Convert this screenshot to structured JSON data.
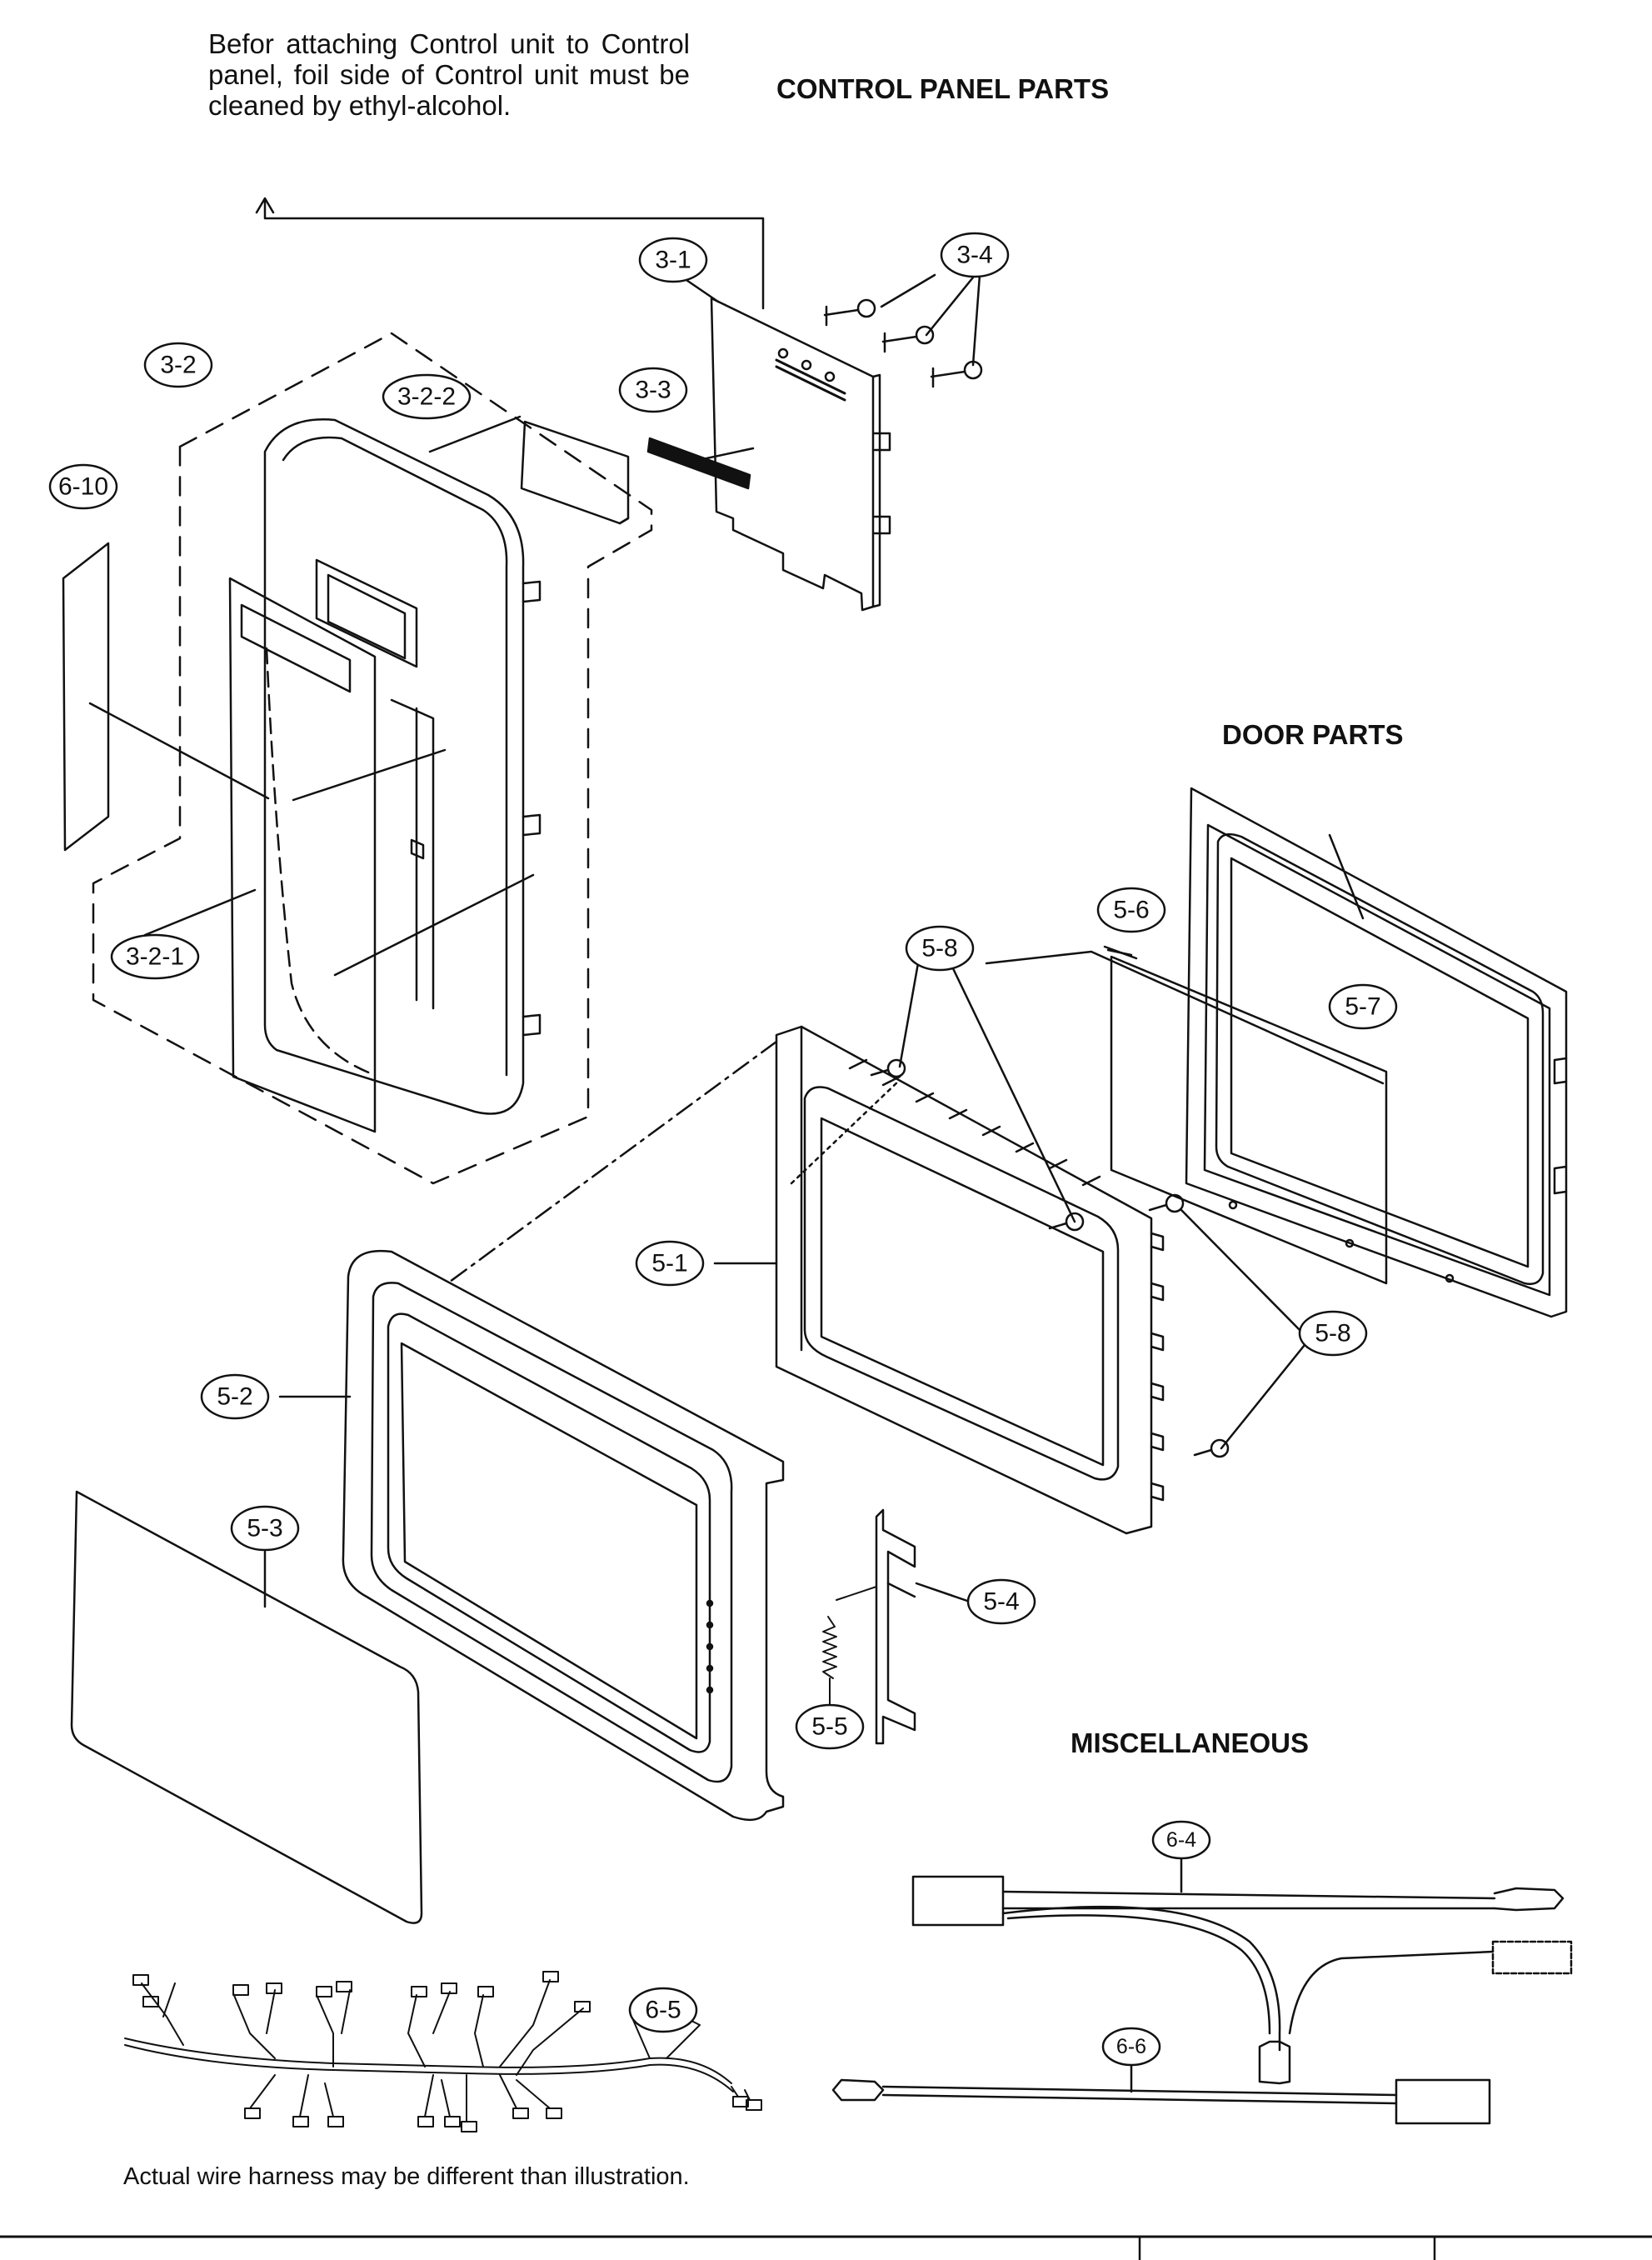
{
  "note": "Befor attaching Control unit to Control panel, foil side of Control unit must be cleaned by ethyl-alcohol.",
  "sections": {
    "control_panel": "CONTROL PANEL PARTS",
    "door": "DOOR PARTS",
    "misc": "MISCELLANEOUS"
  },
  "harness_note": "Actual wire harness may be different than illustration.",
  "callouts": {
    "c3_1": "3-1",
    "c3_4": "3-4",
    "c3_2": "3-2",
    "c3_2_2": "3-2-2",
    "c3_3": "3-3",
    "c6_10": "6-10",
    "c3_2_1": "3-2-1",
    "c5_6": "5-6",
    "c5_7": "5-7",
    "c5_8a": "5-8",
    "c5_1": "5-1",
    "c5_8b": "5-8",
    "c5_2": "5-2",
    "c5_3": "5-3",
    "c5_4": "5-4",
    "c5_5": "5-5",
    "c6_4": "6-4",
    "c6_5": "6-5",
    "c6_6": "6-6"
  }
}
